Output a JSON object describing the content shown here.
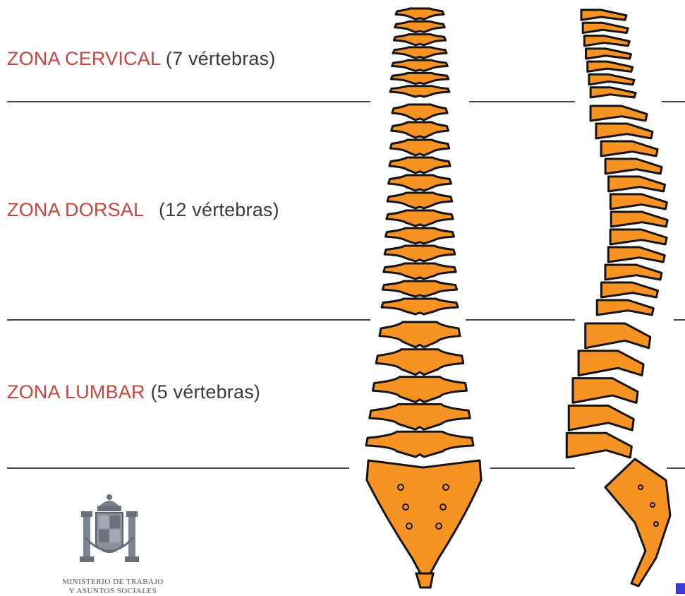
{
  "zones": [
    {
      "name": "ZONA CERVICAL",
      "count": "(7 vértebras)",
      "vertebrae": 7
    },
    {
      "name": "ZONA DORSAL",
      "count": "(12 vértebras)",
      "vertebrae": 12
    },
    {
      "name": "ZONA LUMBAR",
      "count": "(5 vértebras)",
      "vertebrae": 5
    }
  ],
  "logo": {
    "caption_line1": "MINISTERIO DE TRABAJO",
    "caption_line2": "Y ASUNTOS SOCIALES"
  },
  "colors": {
    "bone": "#f79322",
    "outline": "#141414",
    "zone_name": "#c8443e",
    "zone_count": "#3a3a3a",
    "rule": "#474747"
  }
}
